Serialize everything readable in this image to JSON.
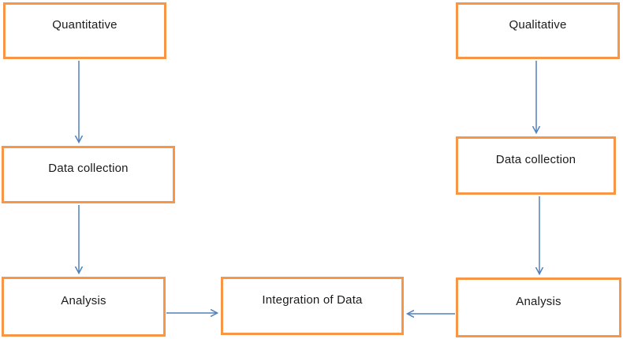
{
  "diagram": {
    "type": "flowchart",
    "colors": {
      "box_border": "#F79646",
      "box_fill": "#FFFFFF",
      "arrow": "#4F81BD",
      "text": "#1A1A1A"
    },
    "nodes": {
      "quantitative": {
        "label": "Quantitative"
      },
      "qualitative": {
        "label": "Qualitative"
      },
      "data_collection_left": {
        "label": "Data collection"
      },
      "data_collection_right": {
        "label": "Data collection"
      },
      "analysis_left": {
        "label": "Analysis"
      },
      "analysis_right": {
        "label": "Analysis"
      },
      "integration": {
        "label": "Integration of Data"
      }
    },
    "edges": [
      {
        "from": "quantitative",
        "to": "data_collection_left",
        "direction": "down"
      },
      {
        "from": "data_collection_left",
        "to": "analysis_left",
        "direction": "down"
      },
      {
        "from": "analysis_left",
        "to": "integration",
        "direction": "right"
      },
      {
        "from": "qualitative",
        "to": "data_collection_right",
        "direction": "down"
      },
      {
        "from": "data_collection_right",
        "to": "analysis_right",
        "direction": "down"
      },
      {
        "from": "analysis_right",
        "to": "integration",
        "direction": "left"
      }
    ]
  }
}
